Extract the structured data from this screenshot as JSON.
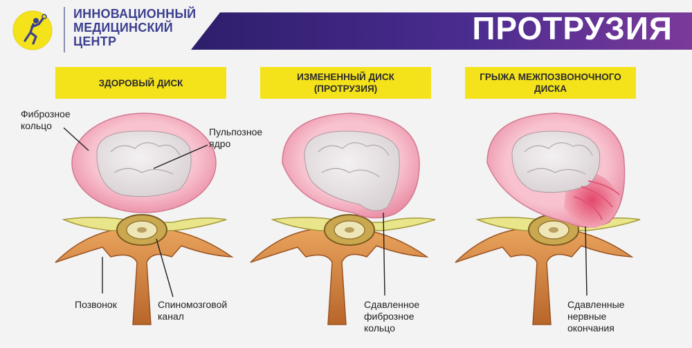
{
  "brand": {
    "line1": "ИННОВАЦИОННЫЙ",
    "line2": "МЕДИЦИНСКИЙ",
    "line3": "ЦЕНТР"
  },
  "banner": {
    "title": "ПРОТРУЗИЯ"
  },
  "panels": [
    {
      "label_line1": "ЗДОРОВЫЙ ДИСК",
      "label_line2": ""
    },
    {
      "label_line1": "ИЗМЕНЕННЫЙ ДИСК",
      "label_line2": "(ПРОТРУЗИЯ)"
    },
    {
      "label_line1": "ГРЫЖА МЕЖПОЗВОНОЧНОГО",
      "label_line2": "ДИСКА"
    }
  ],
  "callouts": {
    "annulus": [
      "Фиброзное",
      "кольцо"
    ],
    "nucleus": [
      "Пульпозное",
      "ядро"
    ],
    "vertebra": [
      "Позвонок"
    ],
    "canal": [
      "Спиномозговой",
      "канал"
    ],
    "compressed_ring": [
      "Сдавленное",
      "фиброзное",
      "кольцо"
    ],
    "compressed_nerves": [
      "Сдавленные",
      "нервные",
      "окончания"
    ]
  },
  "colors": {
    "brand_purple": "#4a2c8f",
    "banner_dark": "#2d1e6b",
    "label_yellow": "#f4e31a",
    "disc_pink": "#f3a7b8",
    "bone": "#d98a3f"
  }
}
